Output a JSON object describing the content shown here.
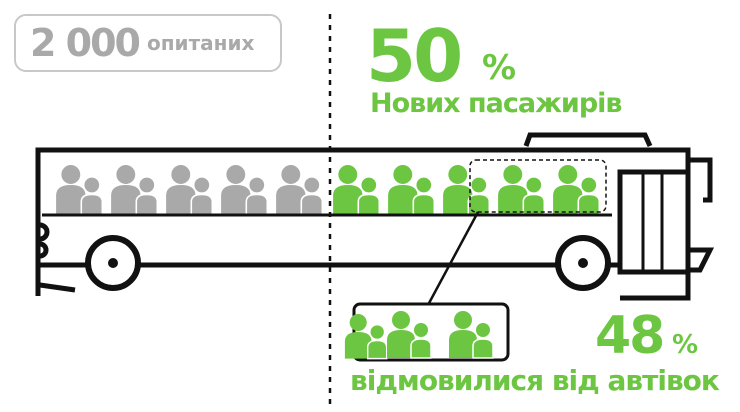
{
  "respondents": {
    "count": "2 000",
    "label": "опитаних"
  },
  "new_passengers": {
    "value": "50",
    "unit": "%",
    "label": "Нових пасажирів"
  },
  "refused_cars": {
    "value": "48",
    "unit": "%",
    "label": "відмовилися від автівок"
  },
  "colors": {
    "accent": "#6cc641",
    "gray": "#a9a9a9",
    "outline": "#111111"
  },
  "people_groups": {
    "gray": 5,
    "green": 5,
    "inset": 3
  }
}
